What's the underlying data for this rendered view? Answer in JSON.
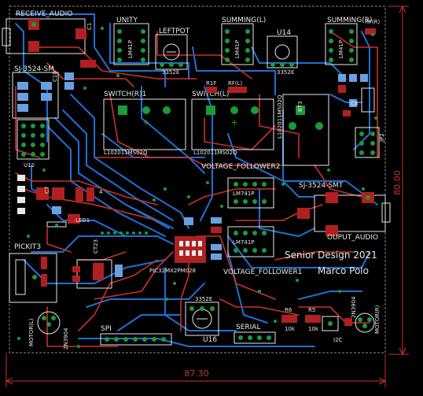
{
  "board": {
    "labels": {
      "receive_audio": "RECEIVE_AUDIO",
      "unity": "UNITY",
      "summing_l": "SUMMING(L)",
      "summing_r": "SUMMING(R)",
      "rf_r_top": "RF(R)",
      "leftpot": "LEFTPOT",
      "lm41p_1": "LM41P",
      "lm41p_2": "LM41P",
      "lm41p_3": "LM41P",
      "u14": "U14",
      "pot_3352e_1": "3352E",
      "pot_3352e_2": "3352E",
      "pot_3352e_3": "3352E",
      "sj3524_left": "SJ-3524-SM",
      "sj3524_right": "SJ-3524-SMT",
      "r1f": "R1F",
      "rf_l": "RF(L)",
      "switch_r": "SWITCH(R)1",
      "switch_l": "SWITCH(L)",
      "sw_part_1": "L102011MS02Q",
      "sw_part_2": "L102011MS02Q",
      "sw_part_3": "L102011MS02Q",
      "voltage_follower2": "VOLTAGE_FOLLOWER2",
      "voltage_follower1": "VOLTAGE_FOLLOWER1",
      "lm741p_1": "LM741P",
      "lm741p_2": "LM741P",
      "output_audio": "OUPUT_AUDIO",
      "pickit3": "PICKIT3",
      "pic": "PIC32MX2PM028",
      "led1": "LED1",
      "cap_4": "4",
      "spi": "SPI",
      "serial": "SERIAL",
      "u16": "U16",
      "r6": "R6",
      "r5": "R5",
      "r6_val": "10k",
      "r5_val": "10k",
      "i2c": "I2C",
      "bt3": "BT3",
      "u12": "U12",
      "jp2": "JP2",
      "senior_design": "Senior Design 2021",
      "author": "Marco Polo",
      "motor_l": "MOTOR(L)",
      "motor_r": "MOTOR(R)",
      "transistor_l": "2N3904",
      "transistor_r": "2N3904",
      "c1": "C1",
      "c10": "C10",
      "c8": "C8",
      "c7": "C7",
      "ct23": "CT23",
      "cr": "C6",
      "rr": "R8"
    },
    "dimensions": {
      "width": "87.30",
      "height": "80.00"
    },
    "colors": {
      "background": "#000000",
      "top_copper": "#c8322c",
      "bottom_copper": "#1e6fd6",
      "silkscreen": "#e8e8e8",
      "pad": "#1a9a38",
      "outline": "#9a9a9a",
      "smd_pad": "#b02020"
    }
  }
}
